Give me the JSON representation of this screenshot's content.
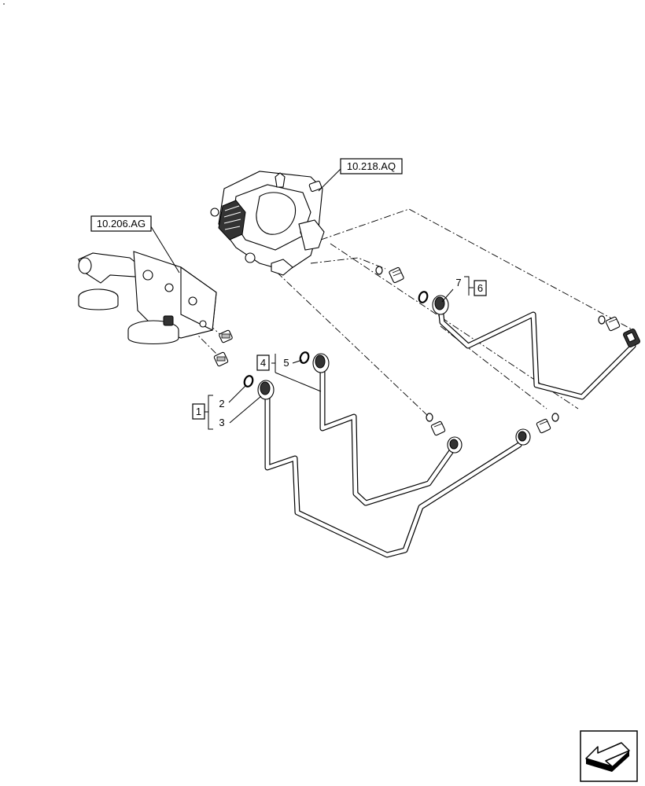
{
  "references": {
    "pump_ref": "10.218.AQ",
    "filter_ref": "10.206.AG"
  },
  "callouts": {
    "c1": "1",
    "c2": "2",
    "c3": "3",
    "c4": "4",
    "c5": "5",
    "c6": "6",
    "c7": "7"
  },
  "nav": {
    "icon": "arrow-icon"
  }
}
